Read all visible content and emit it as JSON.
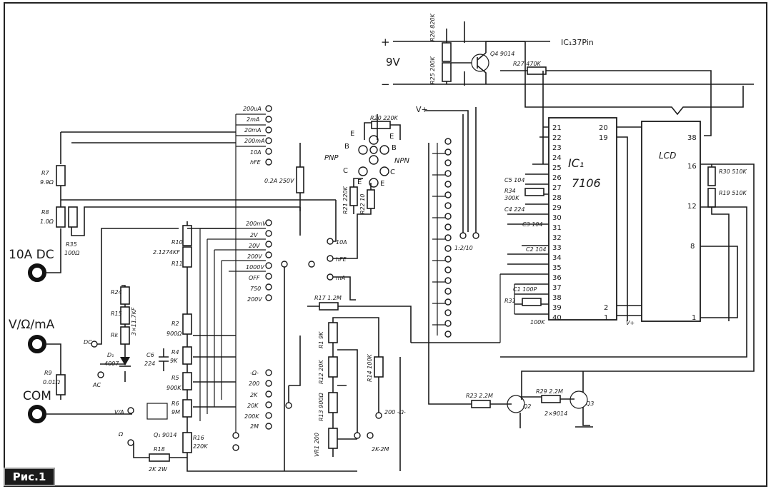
{
  "figure": {
    "badge": "Рис.1"
  },
  "inputs": {
    "a10": "10A DC",
    "vom": "V/Ω/mA",
    "com": "COM"
  },
  "battery": {
    "plus": "+",
    "minus": "−",
    "voltage": "9V"
  },
  "ic1": {
    "name": "IC₁",
    "part": "7106",
    "pins_left": [
      "21",
      "22",
      "23",
      "24",
      "25",
      "26",
      "27",
      "28",
      "29",
      "30",
      "31",
      "32",
      "33",
      "34",
      "35",
      "36",
      "37",
      "38",
      "39",
      "40"
    ],
    "pins_right": [
      "20",
      "19",
      "2",
      "1"
    ]
  },
  "lcd": {
    "name": "LCD",
    "pins": [
      "38",
      "16",
      "12",
      "8",
      "1"
    ]
  },
  "labels": {
    "ic1_37pin": "IC₁37Pin",
    "q4": "Q4 9014",
    "q1": "Q₁ 9014",
    "q2": "Q2",
    "q3": "Q3",
    "q23": "2×9014",
    "r26": "R26 820K",
    "r25": "R25 200K",
    "r27": "R27 470K",
    "r20": "R20 220K",
    "r21": "R21 220K",
    "r22": "R22 10",
    "r7": "R7",
    "r7v": "9.9Ω",
    "r8": "R8",
    "r8v": "1.0Ω",
    "r35": "R35",
    "r35v": "100Ω",
    "r9": "R9",
    "r9v": "0.01Ω",
    "r10": "R10",
    "r11": "R11",
    "r10v": "2.1274KF",
    "r24": "R24",
    "r15": "R15",
    "rk": "Rk",
    "r3k": "3×11.7KF",
    "d1": "D₁",
    "d1v": "4007",
    "ac": "AC",
    "c6": "C6",
    "c6v": "224",
    "r2": "R2",
    "r2v": "900Ω",
    "r4": "R4",
    "r4v": "9K",
    "r5": "R5",
    "r5v": "900K",
    "r6": "R6",
    "r6v": "9M",
    "r16": "R16",
    "r16v": "220K",
    "r18": "R18",
    "r18v": "2K 2W",
    "r17": "R17 1.2M",
    "r1": "R1 9K",
    "r12": "R12 20K",
    "r13": "R13 900Ω",
    "r14": "R14 100K",
    "vr1": "VR1 200",
    "r23": "R23 2.2M",
    "r29": "R29 2.2M",
    "c5": "C5 104",
    "r34": "R34",
    "r34v": "300K",
    "c4": "C4 224",
    "c3": "C3 104",
    "c2": "C2 104",
    "c1": "C1 100P",
    "r31": "R31",
    "r31v": "100K",
    "r30": "R30 510K",
    "r19": "R19 510K",
    "vplus": "V+",
    "vplus2": "V+",
    "fuse": "0.2A 250V",
    "pnp": "PNP",
    "npn": "NPN",
    "ratio": "1:2/10",
    "dc": "DC",
    "va": "V/A",
    "ohm": "Ω",
    "ohm2": "200 -Ω-",
    "k2m": "2K-2M",
    "e": "E",
    "b": "B",
    "c": "C"
  },
  "switch_positions": {
    "top": [
      "200uA",
      "2mA",
      "20mA",
      "200mA",
      "10A",
      "hFE"
    ],
    "volt": [
      "200mV",
      "2V",
      "20V",
      "200V",
      "1000V",
      "OFF",
      "750",
      "200V"
    ],
    "ohm": [
      "-Ω-",
      "200",
      "2K",
      "20K",
      "200K",
      "2M"
    ],
    "mode": [
      "10A",
      "hFE",
      "mA"
    ]
  }
}
